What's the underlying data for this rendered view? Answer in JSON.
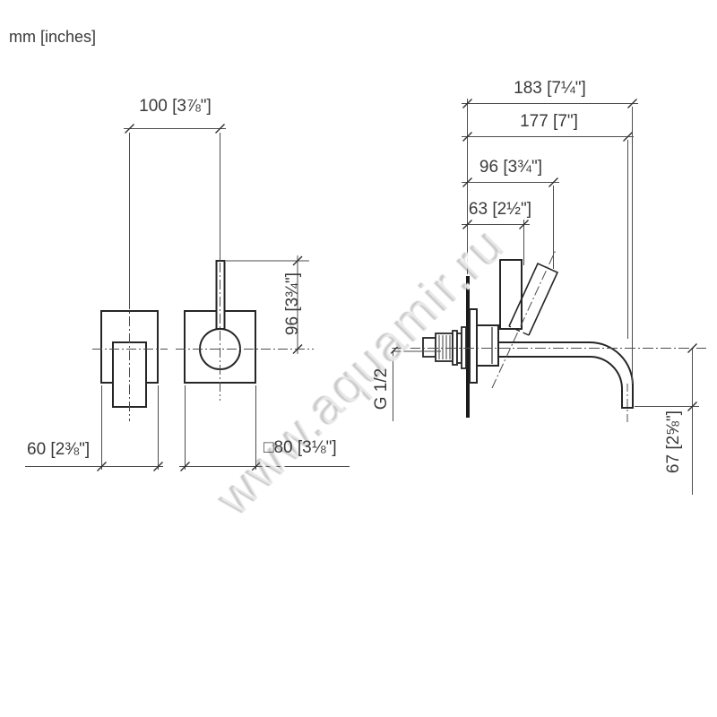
{
  "units_note": "mm [inches]",
  "watermark_text": "www.aquamir.ru",
  "dimensions": {
    "centers_spacing": "100 [3⅞\"]",
    "handle_depth": "60 [2⅜\"]",
    "plate_square": "□80 [3⅛\"]",
    "handle_height_front": "96 [3¾\"]",
    "spout_reach_outer": "183 [7¼\"]",
    "spout_reach": "177 [7\"]",
    "handle_depth_side": "96 [3¾\"]",
    "handle_front_offset": "63 [2½\"]",
    "spout_drop": "67 [2⅝\"]",
    "thread_size": "G 1/2"
  },
  "colors": {
    "object_line": "#262626",
    "thin_line": "#4d4d4d",
    "wall_fill": "#1a1a1a",
    "text": "#3a3a3a"
  }
}
